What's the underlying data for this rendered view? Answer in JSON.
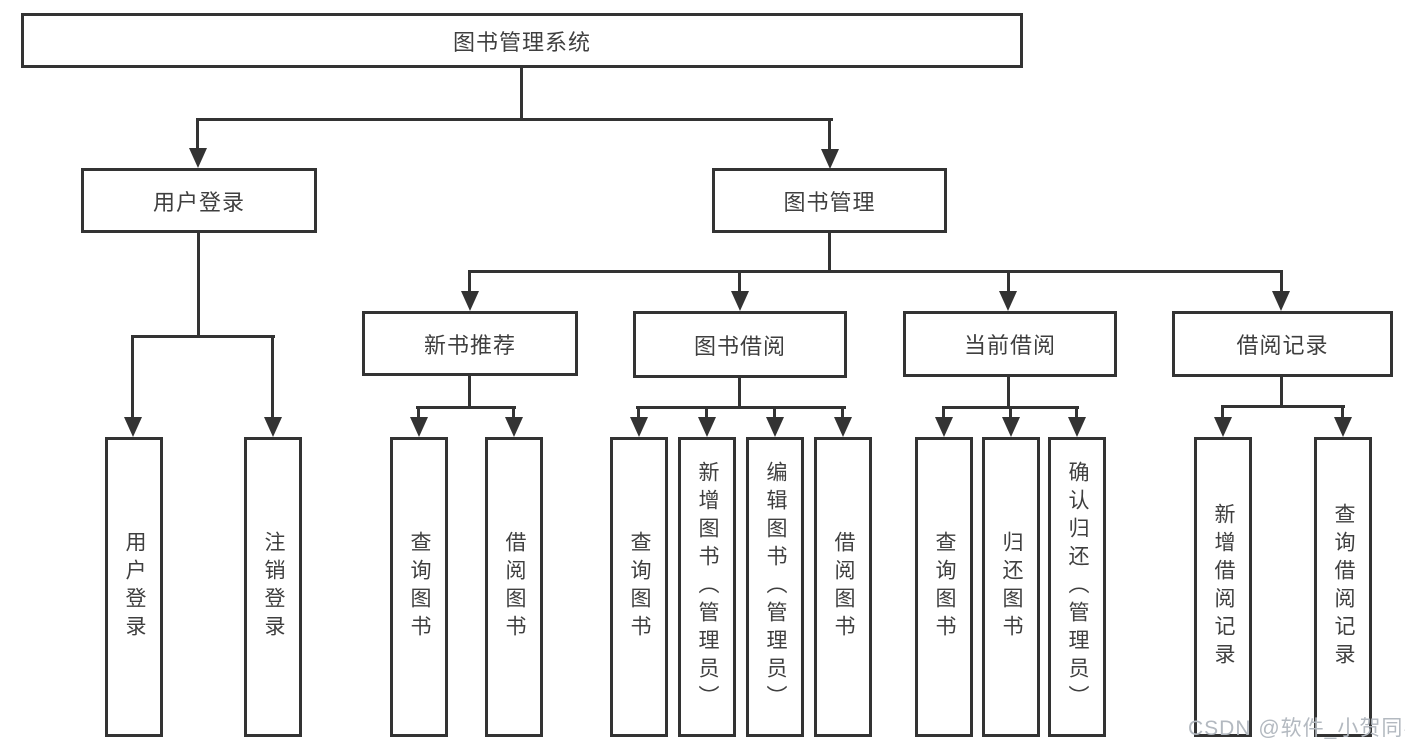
{
  "diagram": {
    "tree": {
      "label": "图书管理系统",
      "children": [
        {
          "label": "用户登录",
          "children": [
            {
              "label": "用户登录"
            },
            {
              "label": "注销登录"
            }
          ]
        },
        {
          "label": "图书管理",
          "children": [
            {
              "label": "新书推荐",
              "children": [
                {
                  "label": "查询图书"
                },
                {
                  "label": "借阅图书"
                }
              ]
            },
            {
              "label": "图书借阅",
              "children": [
                {
                  "label": "查询图书"
                },
                {
                  "label": "新增图书（管理员）"
                },
                {
                  "label": "编辑图书（管理员）"
                },
                {
                  "label": "借阅图书"
                }
              ]
            },
            {
              "label": "当前借阅",
              "children": [
                {
                  "label": "查询图书"
                },
                {
                  "label": "归还图书"
                },
                {
                  "label": "确认归还（管理员）"
                }
              ]
            },
            {
              "label": "借阅记录",
              "children": [
                {
                  "label": "新增借阅记录"
                },
                {
                  "label": "查询借阅记录"
                }
              ]
            }
          ]
        }
      ]
    },
    "colors": {
      "line": "#333333",
      "text": "#3f3f3f",
      "background": "#ffffff",
      "watermark": "#b3b9c0"
    }
  },
  "watermark": {
    "text": "CSDN @软件_小贺同学"
  }
}
